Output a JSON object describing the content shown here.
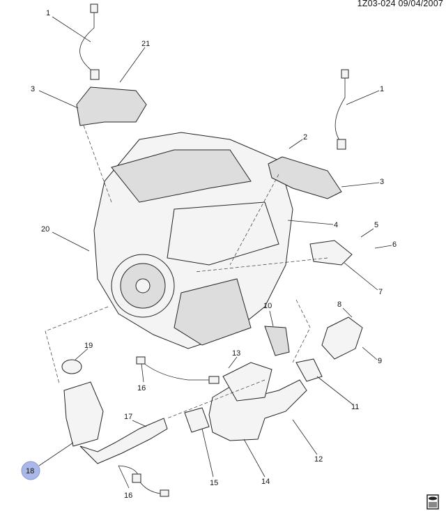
{
  "header": {
    "code": "1Z03-024  09/04/2007"
  },
  "callouts": [
    "1",
    "21",
    "3",
    "1",
    "2",
    "3",
    "4",
    "5",
    "6",
    "20",
    "7",
    "8",
    "10",
    "19",
    "9",
    "13",
    "16",
    "11",
    "17",
    "12",
    "18",
    "15",
    "14",
    "16"
  ],
  "highlight_color": "#a9b8e8",
  "logo": {
    "icon": "gm-service-logo-icon"
  }
}
